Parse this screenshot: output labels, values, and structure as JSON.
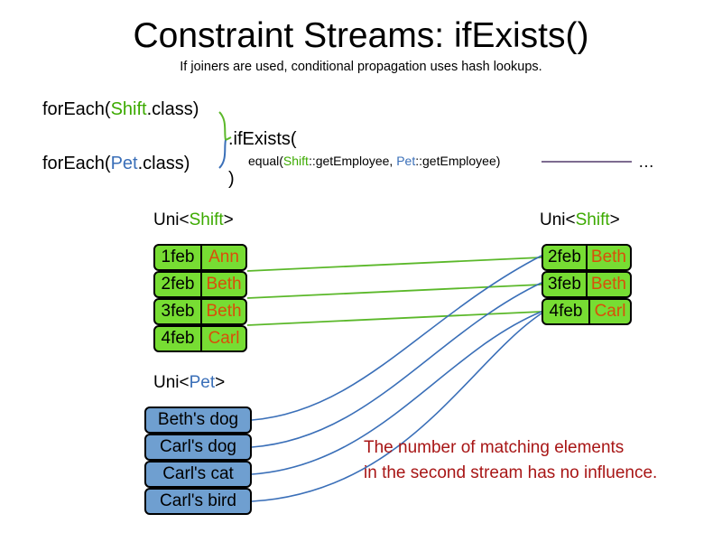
{
  "slide": {
    "title": "Constraint Streams: ifExists()",
    "subtitle": "If joiners are used, conditional propagation uses hash lookups."
  },
  "code": {
    "foreach_shift_pre": "forEach(",
    "foreach_shift_type": "Shift",
    "foreach_shift_post": ".class)",
    "foreach_pet_pre": "forEach(",
    "foreach_pet_type": "Pet",
    "foreach_pet_post": ".class)",
    "ifexists": ".ifExists(",
    "equal_pre": "equal(",
    "equal_shift_type": "Shift",
    "equal_mid": "::getEmployee, ",
    "equal_pet_type": "Pet",
    "equal_post": "::getEmployee)",
    "close_paren": ")",
    "ellipsis": "…"
  },
  "left_shift_stream": {
    "caption_pre": "Uni<",
    "caption_type": "Shift",
    "caption_post": ">",
    "rows": [
      {
        "date": "1feb",
        "name": "Ann"
      },
      {
        "date": "2feb",
        "name": "Beth"
      },
      {
        "date": "3feb",
        "name": "Beth"
      },
      {
        "date": "4feb",
        "name": "Carl"
      }
    ]
  },
  "right_shift_stream": {
    "caption_pre": "Uni<",
    "caption_type": "Shift",
    "caption_post": ">",
    "rows": [
      {
        "date": "2feb",
        "name": "Beth"
      },
      {
        "date": "3feb",
        "name": "Beth"
      },
      {
        "date": "4feb",
        "name": "Carl"
      }
    ]
  },
  "pet_stream": {
    "caption_pre": "Uni<",
    "caption_type": "Pet",
    "caption_post": ">",
    "rows": [
      {
        "label": "Beth's dog"
      },
      {
        "label": "Carl's dog"
      },
      {
        "label": "Carl's cat"
      },
      {
        "label": "Carl's bird"
      }
    ]
  },
  "note": {
    "line1": "The number of matching elements",
    "line2": "in the second stream has no influence."
  },
  "colors": {
    "shift_green": "#3caa00",
    "pet_blue": "#3a6fb8",
    "box_green_fill": "#77dd33",
    "box_blue_fill": "#6f9fd0",
    "name_orange": "#d94f0a",
    "note_red": "#a81616",
    "connector_green": "#5bb82a",
    "connector_blue": "#3a6fb8",
    "rule_purple": "#7d6b90"
  }
}
